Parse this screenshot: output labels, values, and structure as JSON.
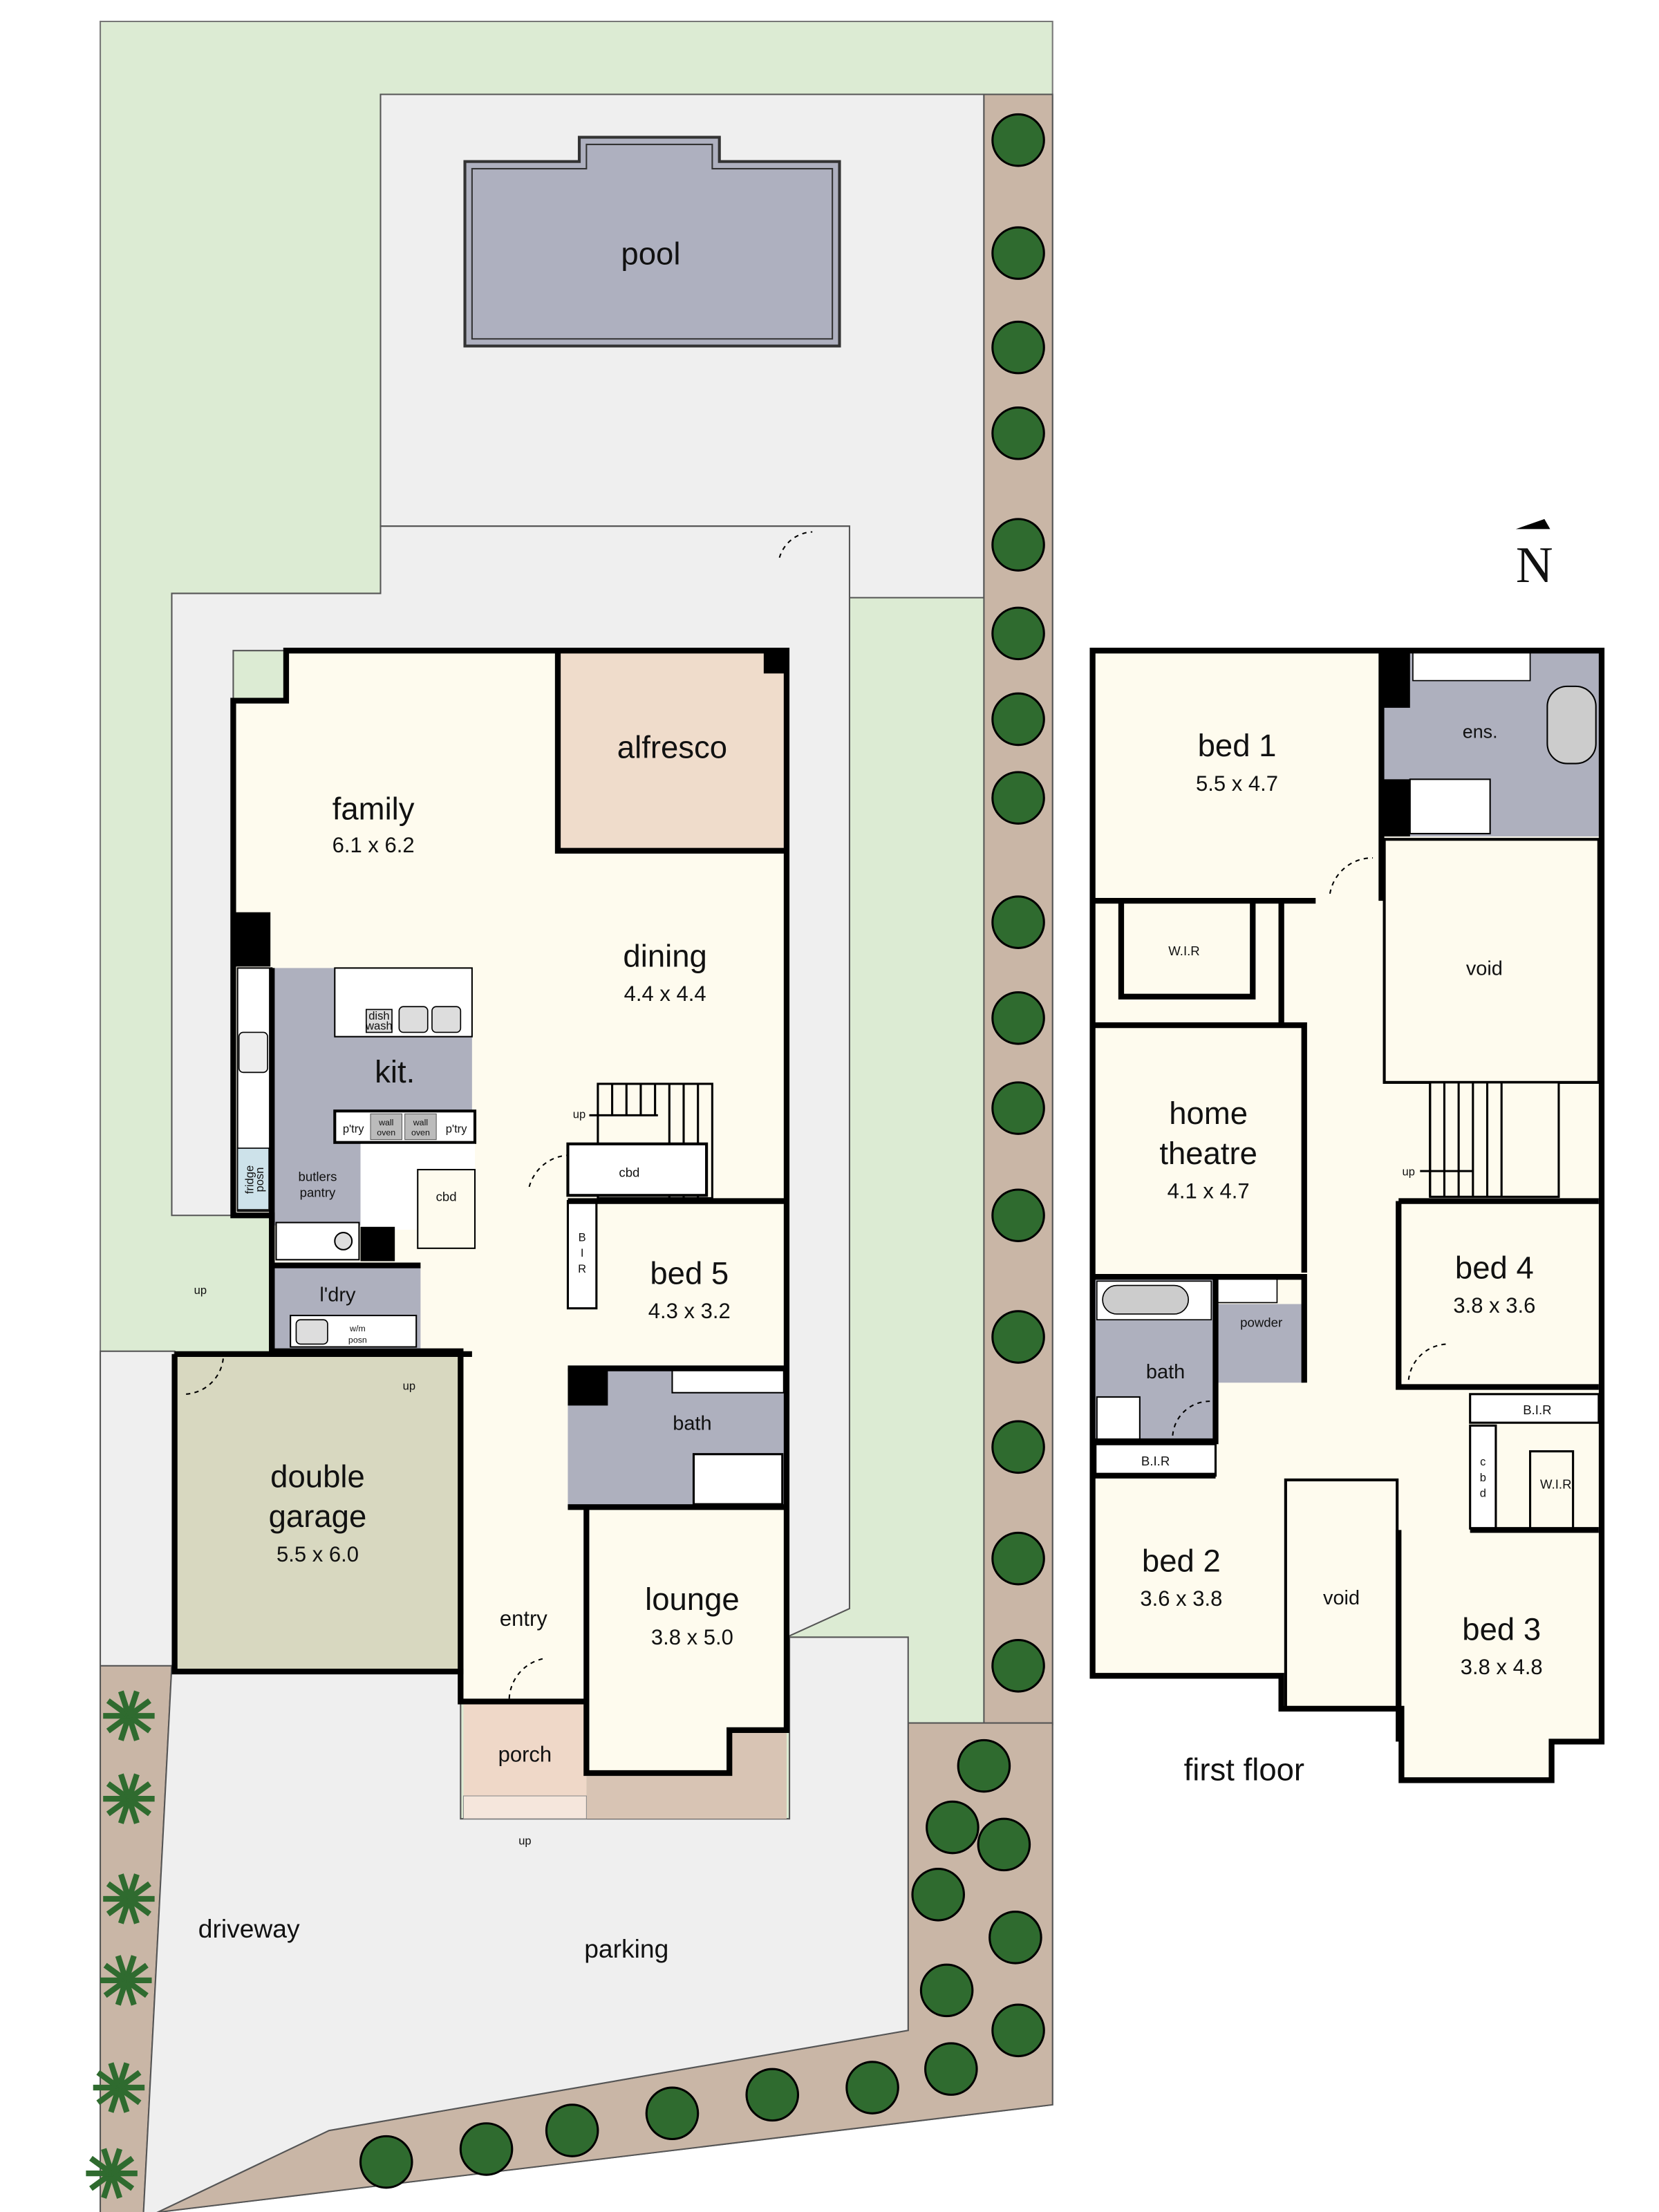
{
  "compass": {
    "label": "N"
  },
  "ground": {
    "pool": "pool",
    "alfresco": "alfresco",
    "family": {
      "name": "family",
      "dims": "6.1 x 6.2"
    },
    "dining": {
      "name": "dining",
      "dims": "4.4 x 4.4"
    },
    "kitchen": {
      "name": "kit.",
      "dishwasher": [
        "dish",
        "wash"
      ],
      "pantry_left": "p'try",
      "pantry_right": "p'try",
      "wall_oven": [
        "wall",
        "oven"
      ],
      "fridge": [
        "fridge",
        "posn"
      ]
    },
    "butlers_pantry": [
      "butlers",
      "pantry"
    ],
    "cbd_kitchen": "cbd",
    "cbd_stair": "cbd",
    "laundry": {
      "name": "l'dry",
      "wm": [
        "w/m",
        "posn"
      ]
    },
    "bed5": {
      "name": "bed 5",
      "dims": "4.3 x 3.2",
      "bir": [
        "B",
        "I",
        "R"
      ]
    },
    "bath": "bath",
    "garage": {
      "name": [
        "double",
        "garage"
      ],
      "dims": "5.5 x 6.0"
    },
    "entry": "entry",
    "lounge": {
      "name": "lounge",
      "dims": "3.8 x 5.0"
    },
    "porch": "porch",
    "driveway": "driveway",
    "parking": "parking",
    "up_labels": [
      "up",
      "up",
      "up",
      "up"
    ]
  },
  "first": {
    "title": "first floor",
    "bed1": {
      "name": "bed 1",
      "dims": "5.5 x 4.7",
      "wir": "W.I.R"
    },
    "ensuite": "ens.",
    "void_top": "void",
    "home_theatre": {
      "name": [
        "home",
        "theatre"
      ],
      "dims": "4.1 x 4.7"
    },
    "up": "up",
    "bed4": {
      "name": "bed 4",
      "dims": "3.8 x 3.6",
      "bir": "B.I.R"
    },
    "powder": "powder",
    "bath": "bath",
    "bed2": {
      "name": "bed 2",
      "dims": "3.6 x 3.8",
      "bir": "B.I.R"
    },
    "void_bottom": "void",
    "cbd": [
      "c",
      "b",
      "d"
    ],
    "bed3": {
      "name": "bed 3",
      "dims": "3.8 x 4.8",
      "wir": "W.I.R"
    }
  },
  "colors": {
    "lawn": "#dcebd3",
    "paving": "#efefef",
    "interior": "#fefbee",
    "wet_area": "#aeb0be",
    "pool": "#aeb0bf",
    "alfresco": "#efdccb",
    "garage": "#d8d8c0",
    "porch": "#efd8c8",
    "garden_bed": "#c9b6a6",
    "tree": "#2f6b2f"
  }
}
